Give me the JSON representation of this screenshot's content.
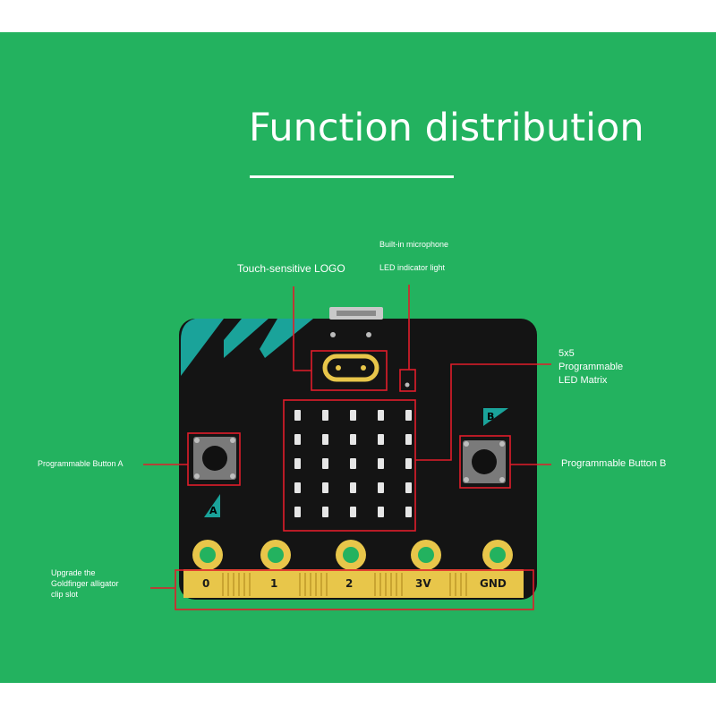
{
  "title": "Function distribution",
  "labels": {
    "microphone": "Built-in microphone",
    "led_indicator": "LED indicator light",
    "touch_logo": "Touch-sensitive LOGO",
    "led_matrix_line1": "5x5",
    "led_matrix_line2": "Programmable",
    "led_matrix_line3": "LED Matrix",
    "button_a": "Programmable Button A",
    "button_b": "Programmable Button B",
    "goldfinger_line1": "Upgrade the",
    "goldfinger_line2": "Goldfinger alligator",
    "goldfinger_line3": "clip slot"
  },
  "board": {
    "pins": [
      "0",
      "1",
      "2",
      "3V",
      "GND"
    ],
    "button_marks": {
      "a": "A",
      "b": "B"
    },
    "led_rows": 5,
    "led_cols": 5
  },
  "colors": {
    "background": "#23b25f",
    "board": "#141414",
    "accent_teal": "#1aa39a",
    "gold": "#e8c64a",
    "callout": "#e11d2a",
    "text": "#ffffff"
  }
}
